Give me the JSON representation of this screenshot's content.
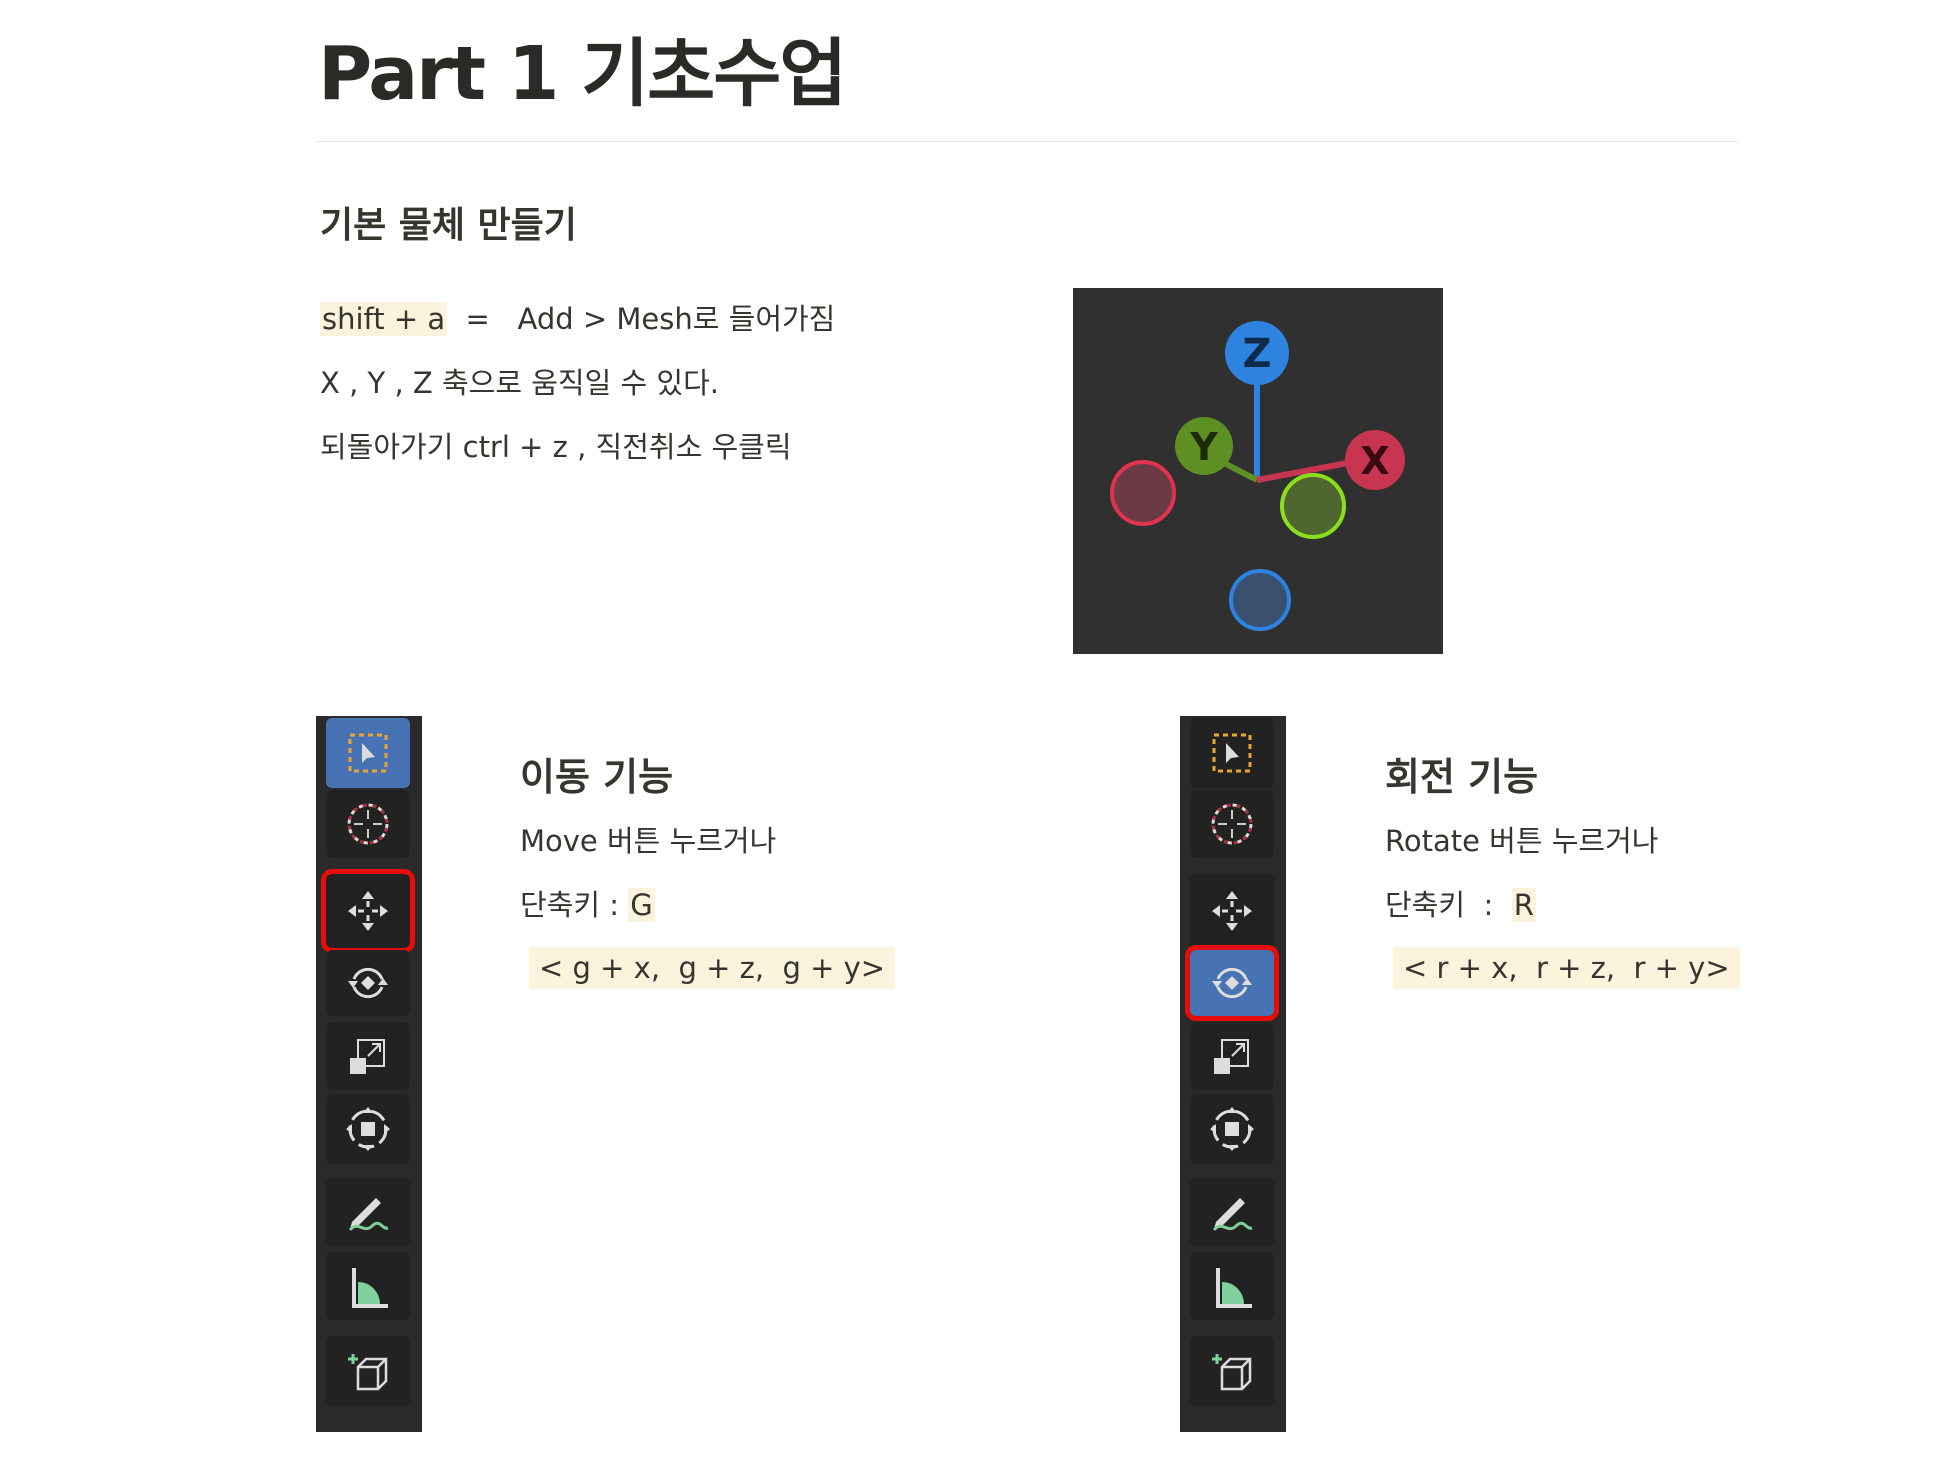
{
  "title": "Part 1 기초수업",
  "section": {
    "heading": "기본 물체 만들기",
    "line1": {
      "shortcut": "shift + a",
      "rest": "  =   Add > Mesh로 들어가짐"
    },
    "line2": "X , Y , Z 축으로 움직일 수 있다.",
    "line3": "되돌아가기 ctrl + z , 직전취소 우클릭"
  },
  "gizmo": {
    "z": "Z",
    "y": "Y",
    "x": "X"
  },
  "move": {
    "heading": "이동 기능",
    "desc": "Move 버튼 누르거나",
    "shortcut_label": "단축키 : ",
    "shortcut_key": "G",
    "combos": "< g + x,  g + z,  g + y>"
  },
  "rotate": {
    "heading": "회전 기능",
    "desc": "Rotate 버튼 누르거나",
    "shortcut_label": "단축키  :  ",
    "shortcut_key": "R",
    "combos": "< r + x,  r + z,  r + y>"
  },
  "colors": {
    "highlight": "#fbf3db",
    "active_tool": "#4772b3",
    "marker": "#e80d0d"
  }
}
